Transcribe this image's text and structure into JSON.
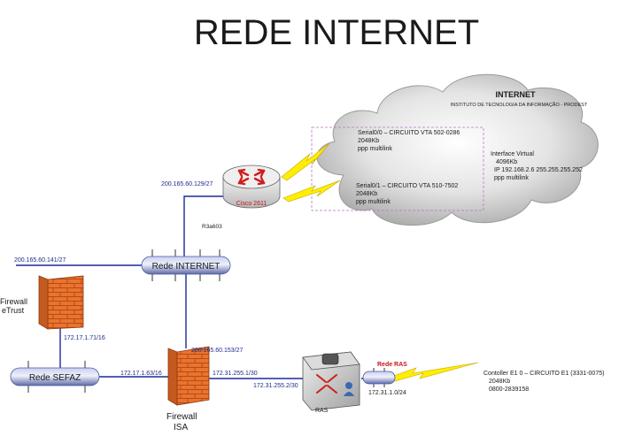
{
  "title": "REDE INTERNET",
  "cloud": {
    "title": "INTERNET",
    "subtitle": "INSTITUTO DE TECNOLOGIA DA INFORMAÇÃO - PRODEST",
    "virtual_interface": {
      "line1": "Interface Virtual",
      "line2": "4096Kb",
      "line3": "IP 192.168.2.6 255.255.255.252",
      "line4": "ppp multilink"
    }
  },
  "circuits": {
    "serial0": {
      "line1": "Serial0/0 – CIRCUITO VTA 502-0286",
      "line2": "2048Kb",
      "line3": "ppp multilink"
    },
    "serial1": {
      "line1": "Serial0/1 – CIRCUITO VTA 510-7502",
      "line2": "2048Kb",
      "line3": "ppp multilink"
    }
  },
  "router": {
    "model": "Cisco 2611",
    "name": "R3a603",
    "ip": "200.165.60.129/27"
  },
  "networks": {
    "rede_internet": "Rede INTERNET",
    "rede_sefaz": "Rede SEFAZ",
    "rede_ras": "Rede RAS",
    "rede_ras_ip": "172.31.1.0/24"
  },
  "firewall_etrust": {
    "name_line1": "Firewall",
    "name_line2": "eTrust",
    "ip_outside": "200.165.60.141/27",
    "ip_inside": "172.17.1.71/16"
  },
  "firewall_isa": {
    "name_line1": "Firewall",
    "name_line2": "ISA",
    "ip_outside": "200.165.60.153/27",
    "ip_sefaz": "172.17.1.63/16",
    "ip_ras": "172.31.255.1/30"
  },
  "ras": {
    "name": "RAS",
    "ip": "172.31.255.2/30"
  },
  "controller": {
    "line1": "Contoller E1 0 – CIRCUITO E1 (3331-0075)",
    "line2": "2048Kb",
    "line3": "0800-2839158"
  },
  "colors": {
    "link_blue": "#1a2a9c",
    "lightning_yellow": "#ffee00",
    "firewall_brick": "#e06a28",
    "router_red": "#d01c1c"
  }
}
